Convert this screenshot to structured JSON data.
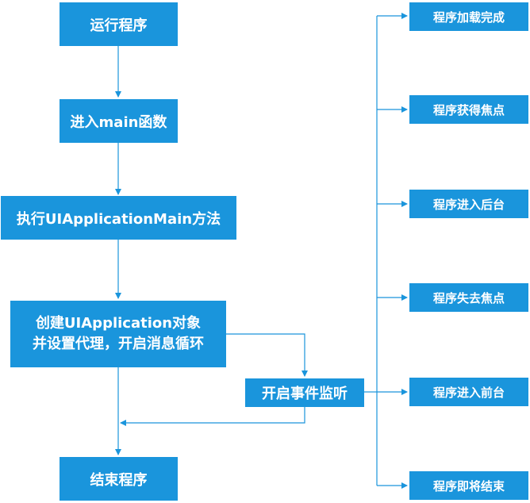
{
  "flow": {
    "run_program": "运行程序",
    "enter_main": "进入main函数",
    "exec_uiappmain": "执行UIApplicationMain方法",
    "create_uiapp_line1": "创建UIApplication对象",
    "create_uiapp_line2": "并设置代理，开启消息循环",
    "event_listen": "开启事件监听",
    "end_program": "结束程序"
  },
  "events": [
    "程序加载完成",
    "程序获得焦点",
    "程序进入后台",
    "程序失去焦点",
    "程序进入前台",
    "程序即将结束"
  ],
  "colors": {
    "box_fill": "#1a95dc",
    "text": "#ffffff",
    "line": "#1a95dc"
  }
}
